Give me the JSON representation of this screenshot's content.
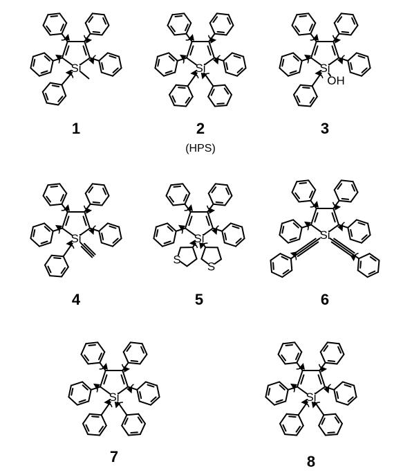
{
  "atoms": {
    "silicon": "Si",
    "hydroxyl": "OH",
    "sulfur": "S"
  },
  "compounds": [
    {
      "number": "1"
    },
    {
      "number": "2",
      "sublabel": "(HPS)"
    },
    {
      "number": "3"
    },
    {
      "number": "4"
    },
    {
      "number": "5"
    },
    {
      "number": "6"
    },
    {
      "number": "7"
    },
    {
      "number": "8"
    }
  ]
}
